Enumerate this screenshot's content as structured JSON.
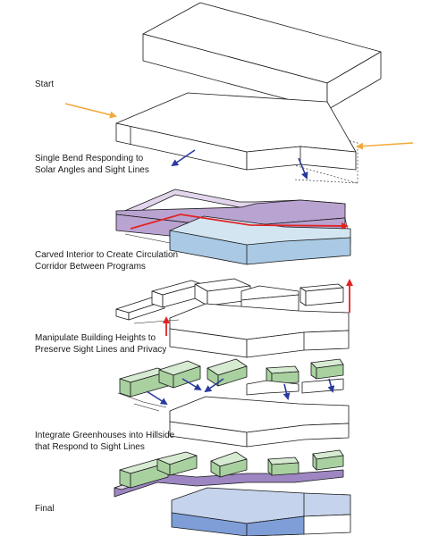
{
  "steps": [
    {
      "id": "start",
      "lines": [
        "Start"
      ]
    },
    {
      "id": "bend",
      "lines": [
        "Single Bend Responding to",
        "Solar Angles and Sight Lines"
      ]
    },
    {
      "id": "carve",
      "lines": [
        "Carved Interior to Create Circulation",
        "Corridor Between Programs"
      ]
    },
    {
      "id": "heights",
      "lines": [
        "Manipulate Building Heights to",
        "Preserve Sight Lines and Privacy"
      ]
    },
    {
      "id": "greens",
      "lines": [
        "Integrate Greenhouses into Hillside",
        "that Respond to Sight Lines"
      ]
    },
    {
      "id": "final",
      "lines": [
        "Final"
      ]
    }
  ],
  "colors": {
    "line": "#1a1a1a",
    "solar_arrow": "#f2a93b",
    "sight_arrow": "#2a3a9c",
    "circulation_arrow": "#e02424",
    "purple_top": "#e2d5ec",
    "purple_side": "#b9a3d1",
    "blue_top": "#d4e5f2",
    "blue_side": "#a9c9e4",
    "green_top": "#d7ead2",
    "green_side": "#a9d1a0",
    "final_purple_side": "#9d86c2",
    "final_blue_top": "#c5d3ec",
    "final_blue_side": "#7f9ed8"
  }
}
